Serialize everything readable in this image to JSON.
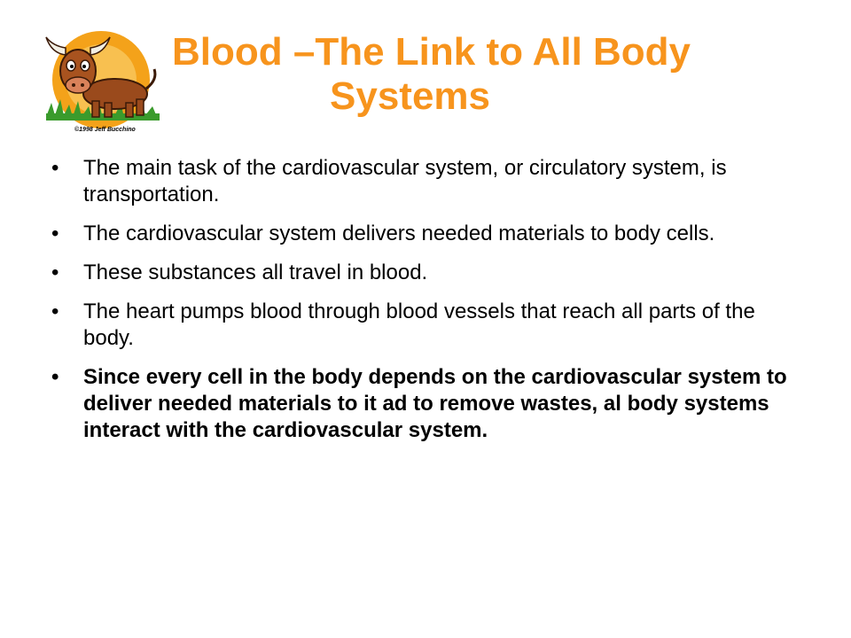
{
  "slide": {
    "title_line1": "Blood –The Link to All Body",
    "title_line2": "Systems",
    "logo_caption": "©1998 Jeff Bucchino",
    "bullet_glyph": "•",
    "bullets": [
      {
        "text": "The main task of the cardiovascular system, or circulatory system, is transportation.",
        "bold": false
      },
      {
        "text": "The cardiovascular system delivers needed materials to body cells.",
        "bold": false
      },
      {
        "text": "These substances all travel in blood.",
        "bold": false
      },
      {
        "text": "The heart pumps blood through blood vessels that reach all parts of the body.",
        "bold": false
      },
      {
        "text": "Since every cell in the body depends on the cardiovascular system to deliver needed materials to it ad to remove wastes, al body systems interact with the cardiovascular system.",
        "bold": true
      }
    ]
  },
  "colors": {
    "title": "#f7941d",
    "body_text": "#000000",
    "logo_sun": "#f4a21a",
    "logo_bull": "#9a4a1c",
    "logo_grass": "#3a9b2c"
  },
  "icons": {
    "logo": "cartoon-bull-clipart"
  }
}
